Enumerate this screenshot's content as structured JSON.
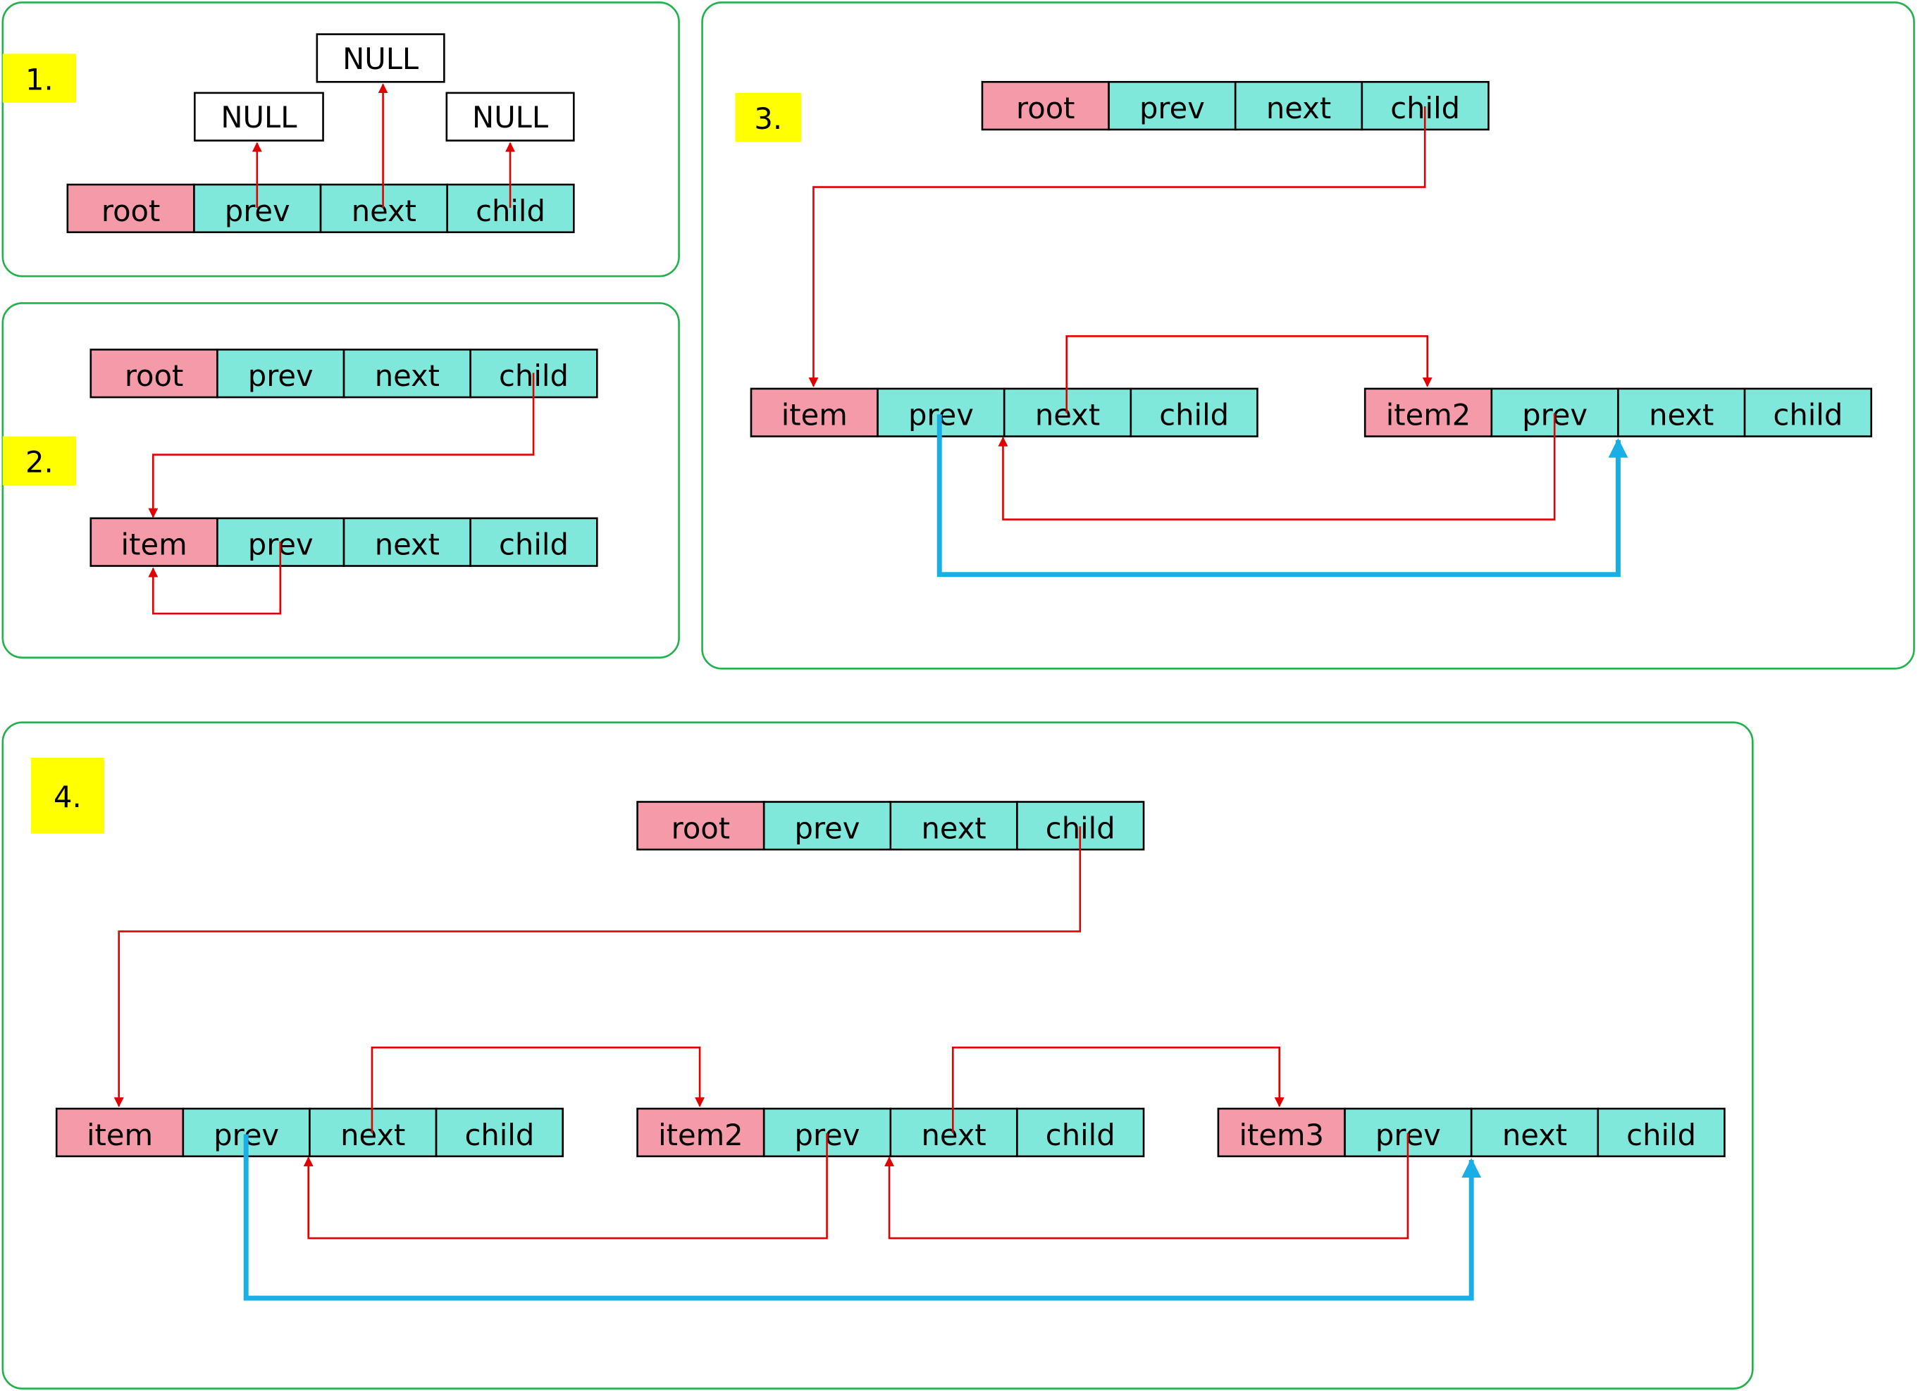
{
  "colors": {
    "panel_border": "#22b14c",
    "step_badge": "#ffff00",
    "node_name_fill": "#f59aa8",
    "node_field_fill": "#80e8da",
    "cell_stroke": "#000000",
    "red_arrow": "#e00000",
    "blue_arrow": "#1aaee6"
  },
  "panels": [
    {
      "step": "1."
    },
    {
      "step": "2."
    },
    {
      "step": "3."
    },
    {
      "step": "4."
    }
  ],
  "fields": [
    "prev",
    "next",
    "child"
  ],
  "null_label": "NULL",
  "node_names": {
    "root": "root",
    "item": "item",
    "item2": "item2",
    "item3": "item3"
  }
}
